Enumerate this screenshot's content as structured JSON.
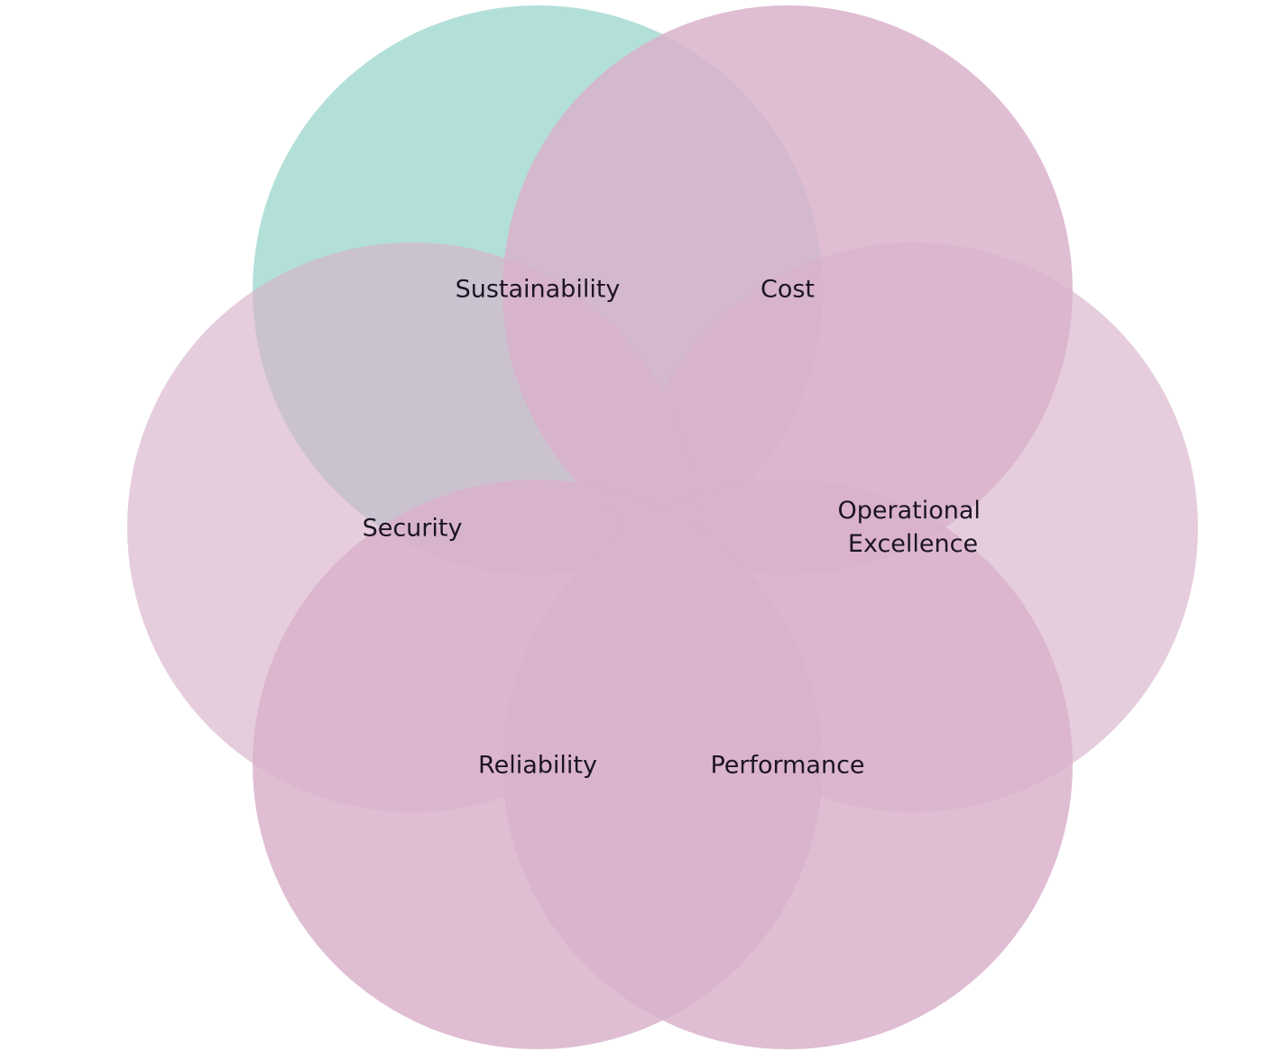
{
  "colors": {
    "background": "#ffffff",
    "highlight_circle": "#a6d9d2",
    "petal_circle": "#d9b2cb",
    "label_text": "#1c1426"
  },
  "pillars": [
    {
      "id": "sustainability",
      "label": "Sustainability",
      "highlighted": true
    },
    {
      "id": "cost",
      "label": "Cost",
      "highlighted": false
    },
    {
      "id": "operational-excellence",
      "label_lines": [
        "Operational",
        "Excellence"
      ],
      "highlighted": false
    },
    {
      "id": "performance",
      "label": "Performance",
      "highlighted": false
    },
    {
      "id": "reliability",
      "label": "Reliability",
      "highlighted": false
    },
    {
      "id": "security",
      "label": "Security",
      "highlighted": false
    }
  ]
}
